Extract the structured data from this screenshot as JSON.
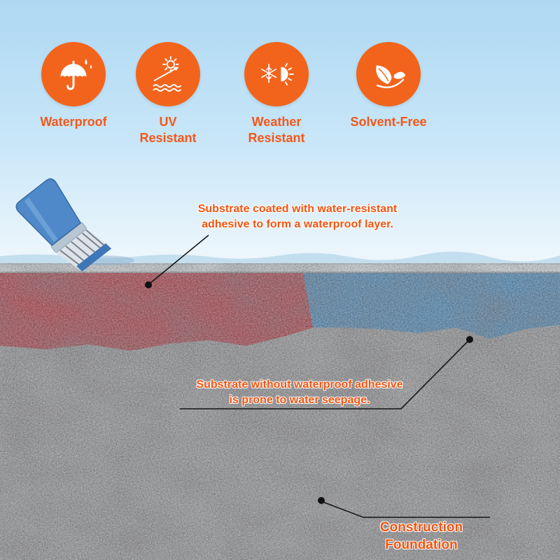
{
  "features": {
    "items": [
      {
        "label": "Waterproof",
        "icon": "umbrella-rain-icon"
      },
      {
        "label": "UV\nResistant",
        "icon": "uv-reflection-icon"
      },
      {
        "label": "Weather\nResistant",
        "icon": "snowflake-sun-icon"
      },
      {
        "label": "Solvent-Free",
        "icon": "leaf-icon"
      }
    ]
  },
  "callouts": {
    "coated": {
      "line1": "Substrate coated with water-resistant",
      "line2": "adhesive to form a waterproof layer."
    },
    "seepage": {
      "line1": "Substrate without waterproof adhesive",
      "line2": "is prone to water seepage."
    },
    "foundation": {
      "line1": "Construction",
      "line2": "Foundation"
    }
  },
  "colors": {
    "accent_orange": "#f2641c",
    "coated_layer_red": "#b5565e",
    "seepage_water_blue": "#6094bd",
    "foundation_gray": "#a5a6a8",
    "sky_blue": "#aed8f2",
    "brush_blue": "#4f89ca"
  }
}
